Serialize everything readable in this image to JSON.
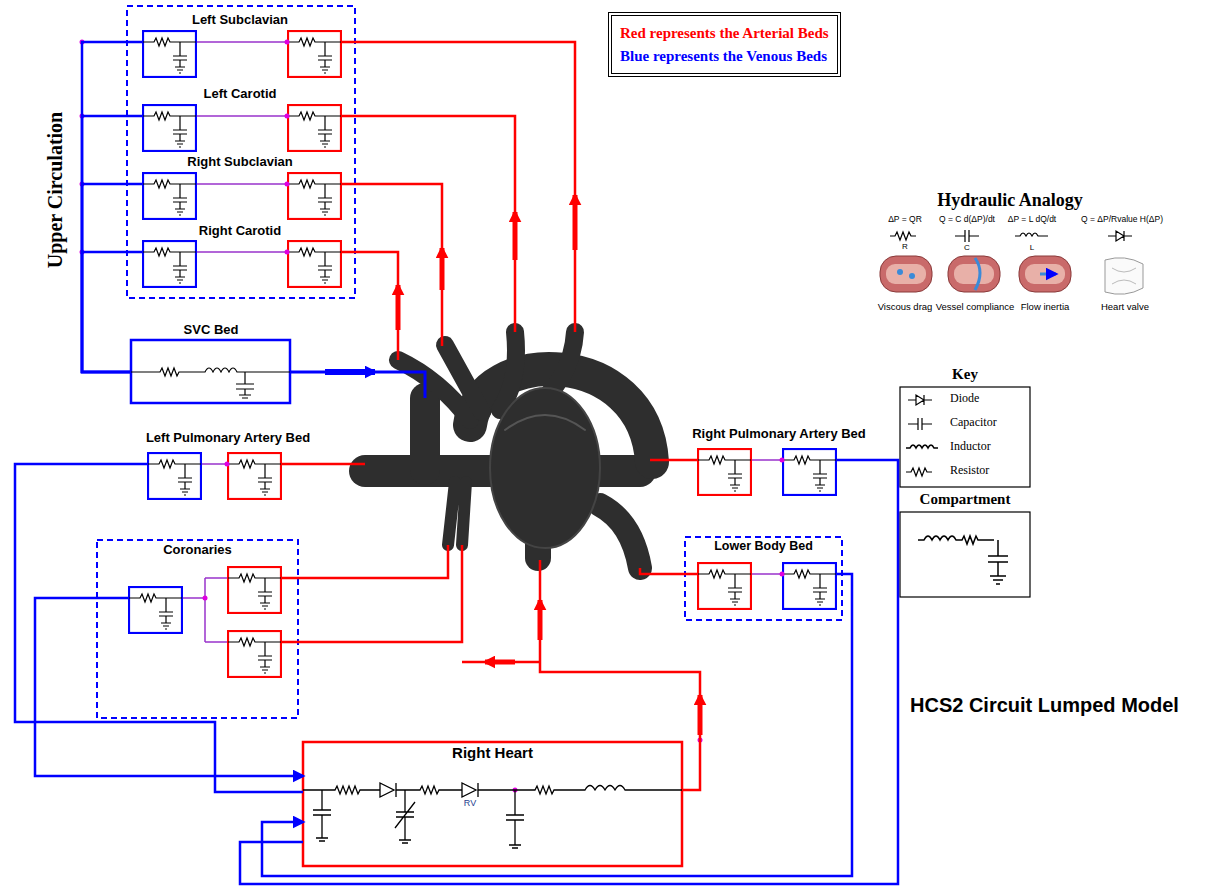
{
  "diagram": {
    "nodes": [
      {
        "text": [
          "Left Subclavian"
        ]
      },
      {
        "text": [
          "Left Carotid"
        ]
      },
      {
        "text": [
          "Right Subclavian"
        ]
      },
      {
        "text": [
          "Right Carotid"
        ]
      },
      {
        "text": [
          "SVC Bed"
        ]
      },
      {
        "text": [
          "Left Pulmonary Artery Bed"
        ]
      },
      {
        "text": [
          "Right Pulmonary Artery Bed"
        ]
      },
      {
        "text": [
          "Coronaries"
        ]
      },
      {
        "text": [
          "Lower Body Bed"
        ]
      },
      {
        "text": [
          "Right Heart"
        ]
      }
    ],
    "edges": [
      {
        "from": 0,
        "to": 4,
        "arrow": "none"
      },
      {
        "from": 1,
        "to": 4,
        "arrow": "none"
      },
      {
        "from": 2,
        "to": 4,
        "arrow": "none"
      },
      {
        "from": 3,
        "to": 4,
        "arrow": "none"
      },
      {
        "from": 5,
        "to": 9,
        "arrow": "none"
      },
      {
        "from": 6,
        "to": 9,
        "arrow": "none"
      },
      {
        "from": 7,
        "to": 9,
        "arrow": "to"
      },
      {
        "from": 8,
        "to": 9,
        "arrow": "to"
      }
    ],
    "labels": [
      "Upper Circulation",
      "Red represents the Arterial Beds",
      "Blue represents the Venous Beds",
      "Hydraulic Analogy",
      "ΔP = QR",
      "Q = C d(ΔP)/dt",
      "ΔP = L dQ/dt",
      "Q = ΔP/Rvalue H(ΔP)",
      "R",
      "C",
      "L",
      "Viscous drag",
      "Vessel compliance",
      "Flow inertia",
      "Heart valve",
      "Key",
      "Compartment",
      "RV",
      "HCS2 Circuit Lumped Model"
    ],
    "legend": [
      {
        "text": "Diode"
      },
      {
        "text": "Capacitor"
      },
      {
        "text": "Inductor"
      },
      {
        "text": "Resistor"
      }
    ]
  }
}
